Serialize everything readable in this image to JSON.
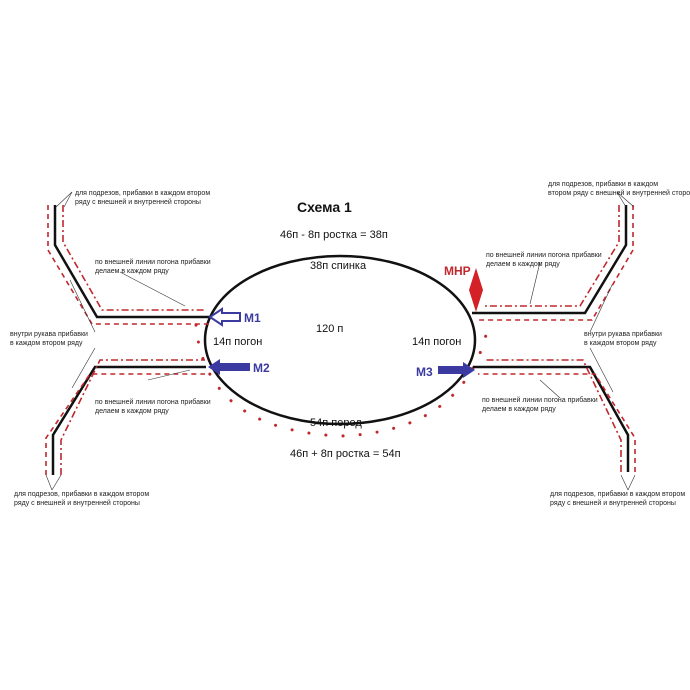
{
  "diagram": {
    "title": "Схема 1",
    "back_formula": "46п - 8п ростка = 38п",
    "back_label": "38п спинка",
    "center_label": "120 п",
    "left_shoulder_label": "14п погон",
    "right_shoulder_label": "14п погон",
    "front_label": "54п перед",
    "front_formula": "46п + 8п ростка = 54п",
    "markers": {
      "m1": "М1",
      "m2": "М2",
      "m3": "М3",
      "mhp": "МНР"
    },
    "notes": {
      "top_left": [
        "для подрезов, прибавки в каждом втором",
        "ряду с внешней и внутренней стороны"
      ],
      "top_right": [
        "для подрезов, прибавки в каждом",
        "втором ряду с внешней и внутренней стороны"
      ],
      "bottom_left": [
        "для подрезов, прибавки в каждом втором",
        "ряду с внешней и внутренней стороны"
      ],
      "bottom_right": [
        "для подрезов, прибавки в каждом втором",
        "ряду с внешней и внутренней стороны"
      ],
      "outer_ul": [
        "по внешней линии погона прибавки",
        "делаем в каждом ряду"
      ],
      "outer_ur": [
        "по внешней линии погона прибавки",
        "делаем в каждом ряду"
      ],
      "outer_ll": [
        "по внешней линии погона прибавки",
        "делаем в каждом ряду"
      ],
      "outer_lr": [
        "по внешней линии погона прибавки",
        "делаем в каждом ряду"
      ],
      "sleeve_left": [
        "внутри рукава прибавки",
        "в каждом втором ряду"
      ],
      "sleeve_right": [
        "внутри рукава прибавки",
        "в каждом втором ряду"
      ]
    },
    "colors": {
      "line": "#111111",
      "increase": "#c0282d",
      "marker": "#3a3aa0"
    }
  }
}
